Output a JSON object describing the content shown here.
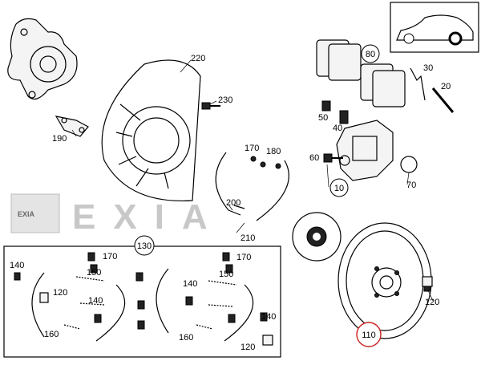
{
  "watermark": {
    "logo_text": "EXIA",
    "wordmark": "EXIA"
  },
  "callouts": {
    "p10": "10",
    "p20": "20",
    "p30": "30",
    "p40": "40",
    "p50": "50",
    "p60": "60",
    "p70": "70",
    "p80": "80",
    "p110": "110",
    "p120_disc": "120",
    "p120_left": "120",
    "p120_right": "120",
    "p130": "130",
    "p140_a": "140",
    "p140_b": "140",
    "p140_c": "140",
    "p140_d": "140",
    "p150_a": "150",
    "p150_b": "150",
    "p160_a": "160",
    "p160_b": "160",
    "p170_a": "170",
    "p170_b": "170",
    "p170_c": "170",
    "p180": "180",
    "p190": "190",
    "p200": "200",
    "p210": "210",
    "p220": "220",
    "p230": "230"
  },
  "colors": {
    "highlight_circle": "#cc2222",
    "line": "#000000",
    "watermark": "#c8c8c8"
  }
}
